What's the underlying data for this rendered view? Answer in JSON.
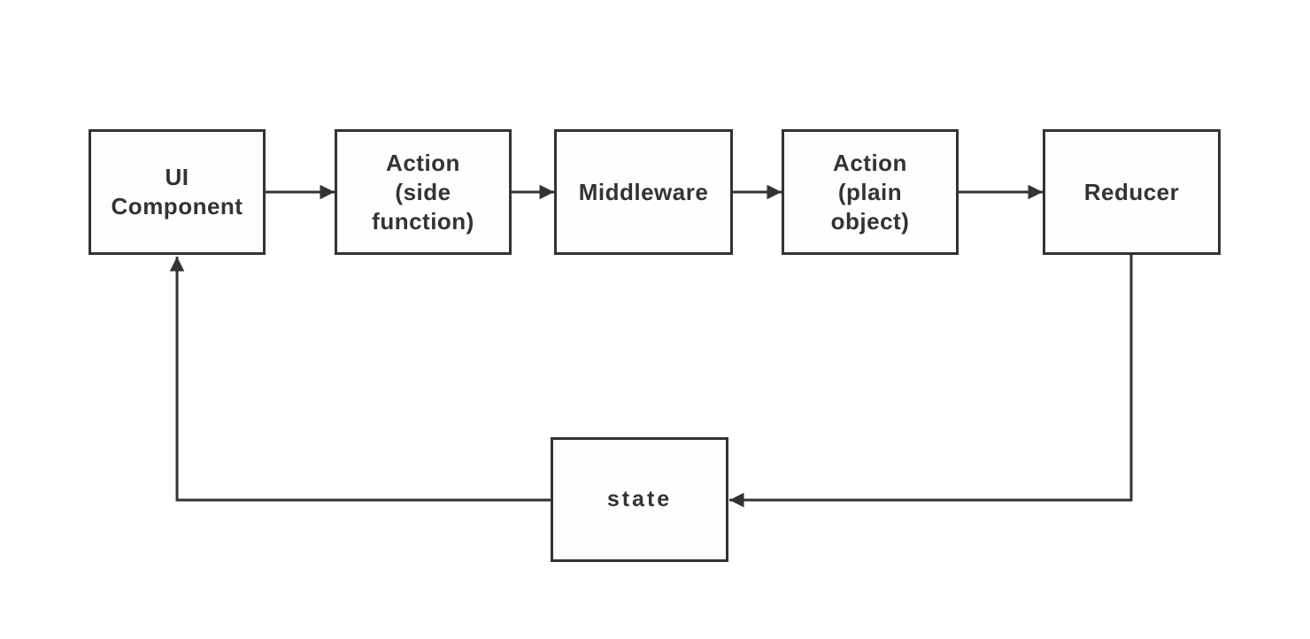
{
  "diagram": {
    "type": "flowchart",
    "nodes": [
      {
        "id": "ui-component",
        "label": "UI\nComponent"
      },
      {
        "id": "action-side-function",
        "label": "Action\n(side\nfunction)"
      },
      {
        "id": "middleware",
        "label": "Middleware"
      },
      {
        "id": "action-plain-object",
        "label": "Action\n(plain\nobject)"
      },
      {
        "id": "reducer",
        "label": "Reducer"
      },
      {
        "id": "state",
        "label": "state"
      }
    ],
    "edges": [
      {
        "from": "ui-component",
        "to": "action-side-function",
        "style": "solid-arrow"
      },
      {
        "from": "action-side-function",
        "to": "middleware",
        "style": "solid-arrow"
      },
      {
        "from": "middleware",
        "to": "action-plain-object",
        "style": "solid-arrow"
      },
      {
        "from": "action-plain-object",
        "to": "reducer",
        "style": "solid-arrow"
      },
      {
        "from": "reducer",
        "to": "state",
        "style": "solid-arrow-elbow"
      },
      {
        "from": "state",
        "to": "ui-component",
        "style": "solid-arrow-elbow"
      }
    ],
    "colors": {
      "stroke": "#333333",
      "text": "#333333",
      "background": "#ffffff"
    }
  }
}
